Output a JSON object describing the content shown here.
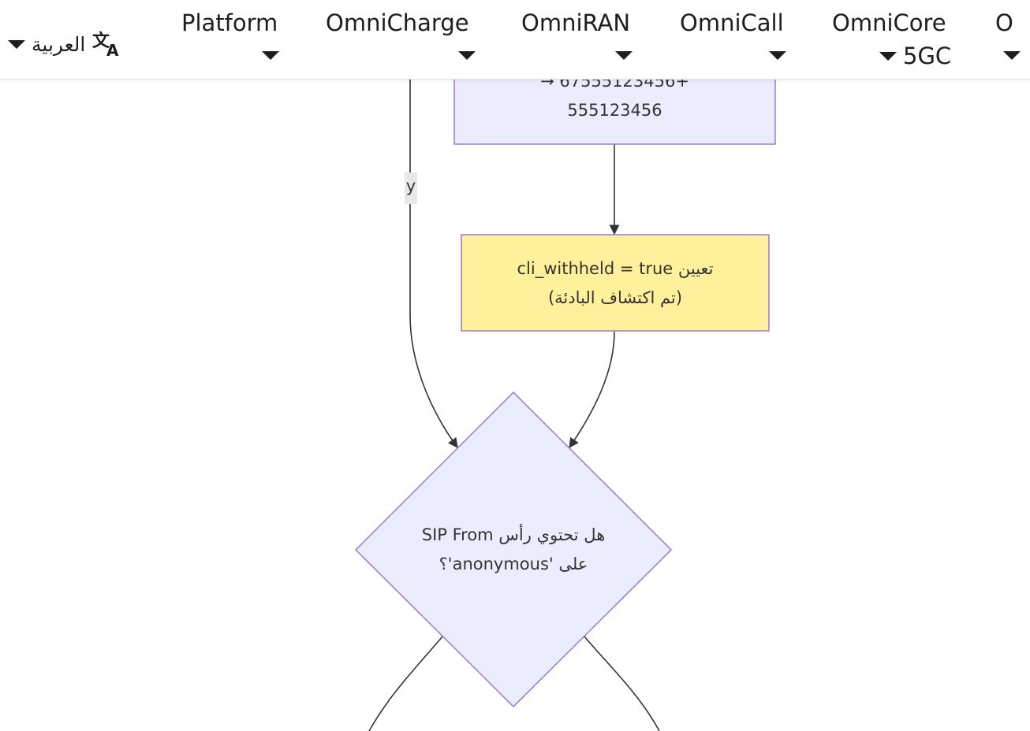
{
  "language": {
    "icon": "translate-icon",
    "label": "العربية"
  },
  "nav": [
    {
      "id": "platform",
      "label": "Platform",
      "sub": ""
    },
    {
      "id": "omnicharge",
      "label": "OmniCharge",
      "sub": ""
    },
    {
      "id": "omniran",
      "label": "OmniRAN",
      "sub": ""
    },
    {
      "id": "omnicall",
      "label": "OmniCall",
      "sub": ""
    },
    {
      "id": "omnicore",
      "label": "OmniCore",
      "sub": "5GC"
    },
    {
      "id": "truncated",
      "label": "O",
      "sub": ""
    }
  ],
  "diagram": {
    "colors": {
      "node_fill": "#ececff",
      "node_stroke": "#9370db",
      "highlight_fill": "#fff09b",
      "edge": "#333333",
      "edge_label_bg": "#e8e8e8"
    },
    "nodes": {
      "normalize": {
        "line1": "→ 67555123456+",
        "line2": "555123456"
      },
      "set_withheld": {
        "line1": "تعيين cli_withheld = true",
        "line2": "(تم اكتشاف البادئة)"
      },
      "decision": {
        "line1": "هل تحتوي رأس SIP From",
        "line2": "على 'anonymous'؟"
      }
    },
    "edge_label_yes": "y"
  }
}
